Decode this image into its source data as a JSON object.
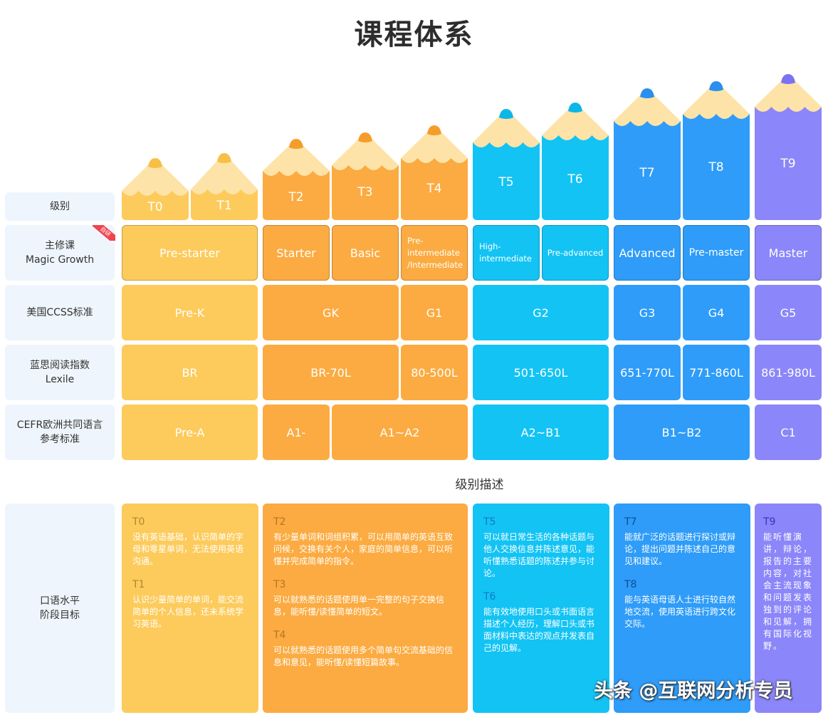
{
  "title": "课程体系",
  "row_headers": {
    "level": "级别",
    "main_course": [
      "主修课",
      "Magic Growth"
    ],
    "ccss": "美国CCSS标准",
    "lexile": [
      "蓝思阅读指数",
      "Lexile"
    ],
    "cefr": [
      "CEFR欧洲共同语言",
      "参考标准"
    ],
    "speaking": [
      "口语水平",
      "阶段目标"
    ]
  },
  "badge": "自研",
  "levels": [
    "T0",
    "T1",
    "T2",
    "T3",
    "T4",
    "T5",
    "T6",
    "T7",
    "T8",
    "T9"
  ],
  "main_course": [
    "Pre-starter",
    "Starter",
    "Basic",
    "Pre-intermediate/Intermediate",
    "High-intermediate",
    "Pre-advanced",
    "Advanced",
    "Pre-master",
    "Master"
  ],
  "main_course_lines": {
    "pre_intermediate": [
      "Pre-",
      "intermediate",
      "/Intermediate"
    ],
    "high_intermediate": [
      "High-",
      "intermediate"
    ]
  },
  "ccss": [
    "Pre-K",
    "GK",
    "G1",
    "G2",
    "G3",
    "G4",
    "G5"
  ],
  "lexile": [
    "BR",
    "BR-70L",
    "80-500L",
    "501-650L",
    "651-770L",
    "771-860L",
    "861-980L"
  ],
  "cefr": [
    "Pre-A",
    "A1-",
    "A1~A2",
    "A2~B1",
    "B1~B2",
    "C1"
  ],
  "level_desc_title": "级别描述",
  "descriptions": [
    {
      "level": "T0",
      "text": "没有英语基础，认识简单的字母和零星单词，无法使用英语沟通。"
    },
    {
      "level": "T1",
      "text": "认识少量简单的单词，能交流简单的个人信息，还未系统学习英语。"
    },
    {
      "level": "T2",
      "text": "有少量单词和词组积累，可以用简单的英语互致问候，交换有关个人，家庭的简单信息，可以听懂并完成简单的指令。"
    },
    {
      "level": "T3",
      "text": "可以就熟悉的话题使用单一完整的句子交换信息，能听懂/读懂简单的短文。"
    },
    {
      "level": "T4",
      "text": "可以就熟悉的话题使用多个简单句交流基础的信息和意见，能听懂/读懂短篇故事。"
    },
    {
      "level": "T5",
      "text": "可以就日常生活的各种话题与他人交换信息并陈述意见，能听懂熟悉话题的陈述并参与讨论。"
    },
    {
      "level": "T6",
      "text": "能有效地使用口头或书面语言描述个人经历，理解口头或书面材料中表达的观点并发表自己的见解。"
    },
    {
      "level": "T7",
      "text": "能就广泛的话题进行探讨或辩论，提出问题并陈述自己的意见和建议。"
    },
    {
      "level": "T8",
      "text": "能与英语母语人士进行较自然地交流，使用英语进行跨文化交际。"
    },
    {
      "level": "T9",
      "text": "能听懂演讲，辩论，报告的主要内容，对社会主流现象和问题发表独到的评论和见解，拥有国际化视野。"
    }
  ],
  "watermark": "头条 @互联网分析专员",
  "colors": {
    "yellow": "#fccb5c",
    "orange": "#fbab41",
    "cyan": "#12c3f4",
    "blue": "#2e9cf8",
    "purple": "#8b86f9",
    "pencil_wood": "#fde3a8",
    "header_bg": "#eef5fc"
  }
}
